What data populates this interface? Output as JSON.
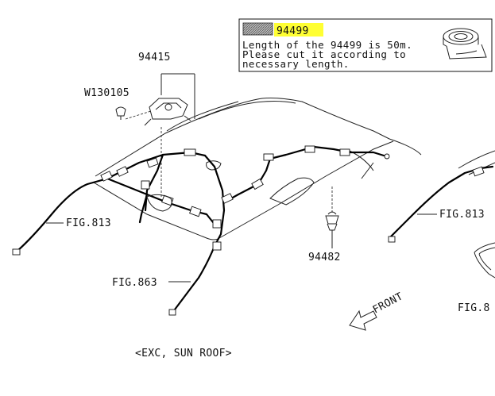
{
  "note_box": {
    "part_number": "94499",
    "line1": "Length of the 94499 is 50m.",
    "line2": "Please cut it according to",
    "line3": "necessary length."
  },
  "callouts": {
    "p94415": "94415",
    "w130105": "W130105",
    "fig813_left": "FIG.813",
    "fig863": "FIG.863",
    "p94482": "94482",
    "fig813_right": "FIG.813",
    "fig8_partial": "FIG.8"
  },
  "direction": {
    "front": "FRONT"
  },
  "caption": "<EXC, SUN ROOF>",
  "colors": {
    "highlight": "#ffff33",
    "ink": "#111111"
  }
}
